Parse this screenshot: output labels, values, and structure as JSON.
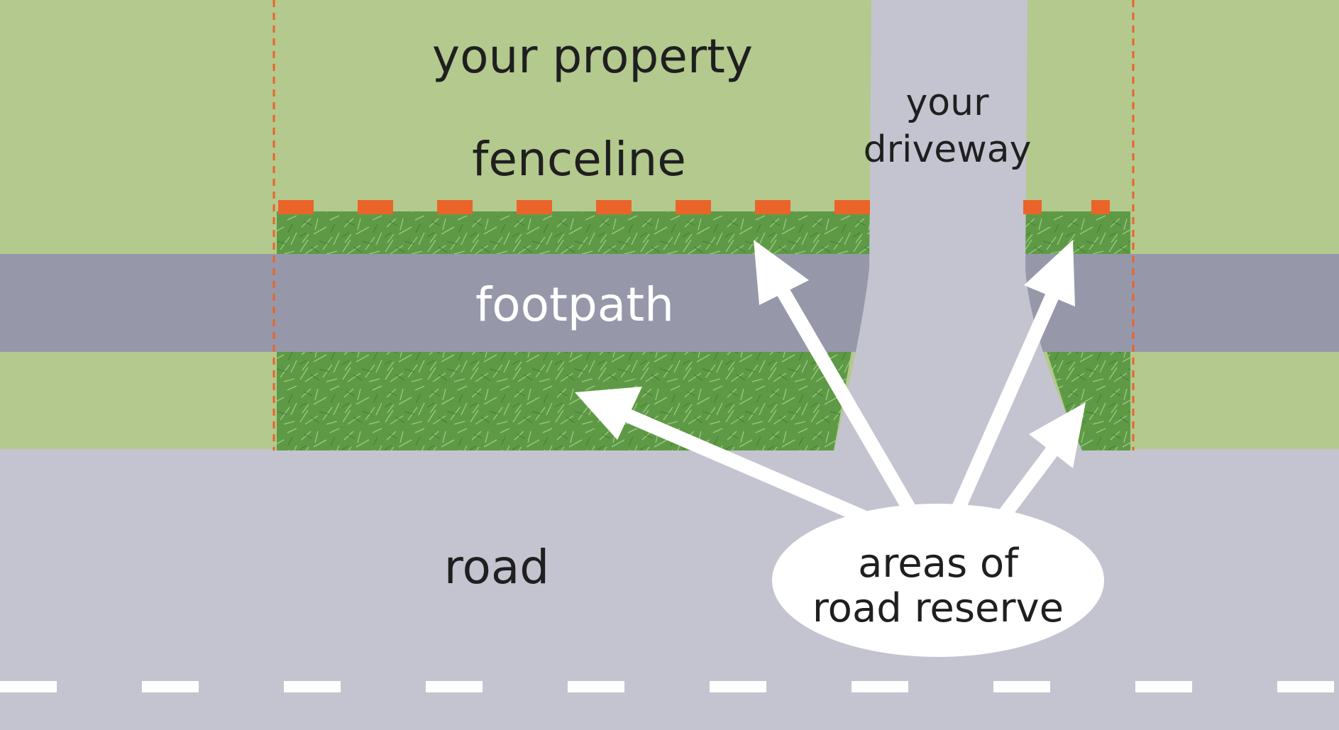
{
  "labels": {
    "property": "your property",
    "fenceline": "fenceline",
    "driveway_line1": "your",
    "driveway_line2": "driveway",
    "footpath": "footpath",
    "road": "road",
    "reserve_line1": "areas of",
    "reserve_line2": "road reserve"
  },
  "colors": {
    "property_green": "#b3c98e",
    "verge_green": "#5e9a45",
    "footpath": "#9698aa",
    "road": "#c4c4d0",
    "driveway": "#c4c4d0",
    "fence_orange": "#ea6429",
    "lane_marking": "#ffffff",
    "arrow": "#ffffff"
  },
  "icons": {
    "fenceline": "dashed-orange-line",
    "arrows": "white-arrows",
    "callout": "white-ellipse"
  }
}
